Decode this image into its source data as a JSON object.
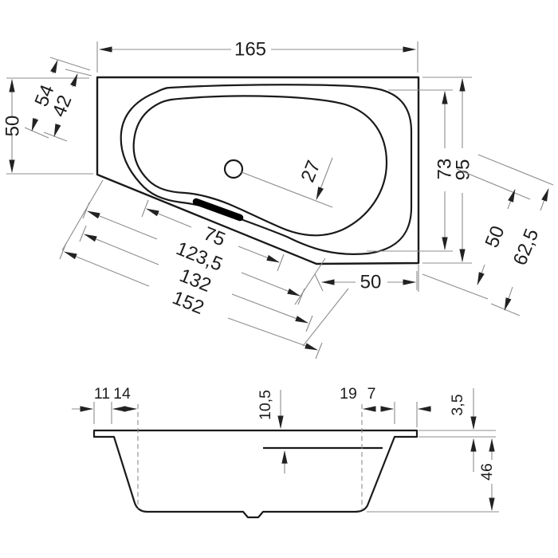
{
  "drawing": {
    "type": "bathtub technical dimension drawing, plan view and section view",
    "colors": {
      "background": "#ffffff",
      "outline": "#1a1a1a",
      "dimension_lines": "#8c8c8c",
      "text": "#1d1d1d",
      "grip_bar": "#000000"
    },
    "plan": {
      "overall_width": "165",
      "left_depth": "50",
      "corner_width_outer": "54",
      "corner_width_inner": "42",
      "drain_offset": "27",
      "right_depth_inner": "73",
      "right_depth_outer": "95",
      "bottom_right_width": "50",
      "diagonal_right_inner": "50",
      "diagonal_right_outer": "62,5",
      "diagonal_length_1": "75",
      "diagonal_length_2": "123,5",
      "diagonal_length_3": "132",
      "diagonal_length_4": "152"
    },
    "section": {
      "rim_left_lip": "11",
      "rim_left_slope": "14",
      "overflow_drop": "10,5",
      "rim_right_slope": "19",
      "rim_right_lip": "7",
      "rim_thickness": "3,5",
      "body_height": "46"
    }
  }
}
